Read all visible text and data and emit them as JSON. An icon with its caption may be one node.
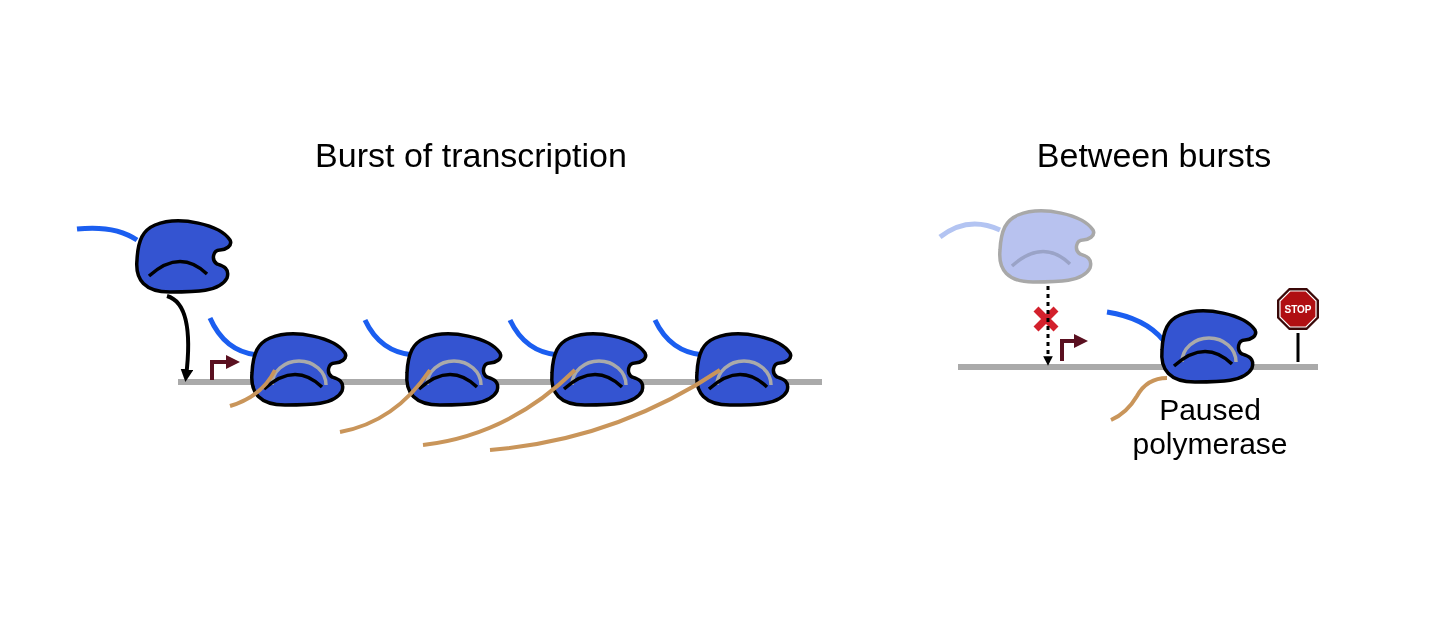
{
  "diagram": {
    "nodes": [
      {
        "text": [],
        "shape": "picture"
      },
      {
        "text": [],
        "shape": "picture"
      },
      {
        "text": [],
        "shape": "picture",
        "beside": [
          "Paused polymerase"
        ]
      },
      {
        "text": [
          "STOP"
        ]
      },
      {
        "text": [],
        "shape": "bar"
      },
      {
        "text": [],
        "shape": "bar"
      }
    ],
    "edges": [
      {
        "from": 0,
        "to": 4,
        "arrow": "to"
      },
      {
        "from": 1,
        "to": 5,
        "arrow": "to",
        "style": "dashed"
      }
    ],
    "labels": [
      "Burst of transcription",
      "Between bursts"
    ]
  }
}
